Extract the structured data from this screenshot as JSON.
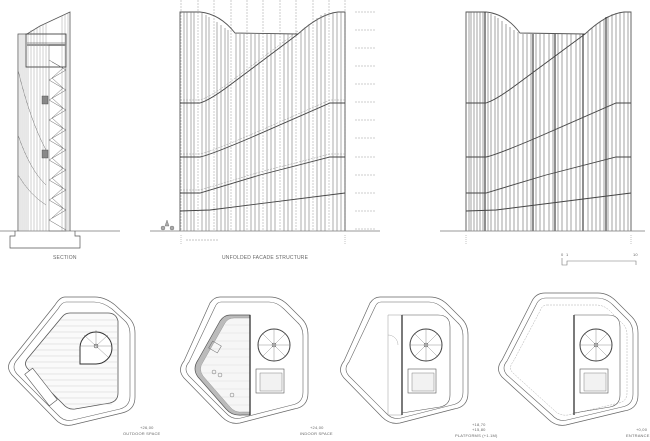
{
  "sheet": {
    "background": "#ffffff",
    "line_color": "#555555",
    "ground_line_color": "#777777"
  },
  "drawings": {
    "section": {
      "label": "SECTION"
    },
    "unfolded_facade": {
      "label": "UNFOLDED FACADE STRUCTURE"
    },
    "elevation": {
      "label": ""
    },
    "scale_bar": {
      "ticks": [
        "0",
        "1",
        "10"
      ]
    }
  },
  "plans": [
    {
      "level": "+26,00",
      "name": "OUTDOOR SPACE"
    },
    {
      "level": "+24,00",
      "name": "INDOOR SPACE"
    },
    {
      "level_top": "+18,70",
      "level_bottom": "+15,80",
      "name": "PLATFORMS (+1.1m)"
    },
    {
      "level": "+0,00",
      "name": "ENTRANCE"
    }
  ]
}
